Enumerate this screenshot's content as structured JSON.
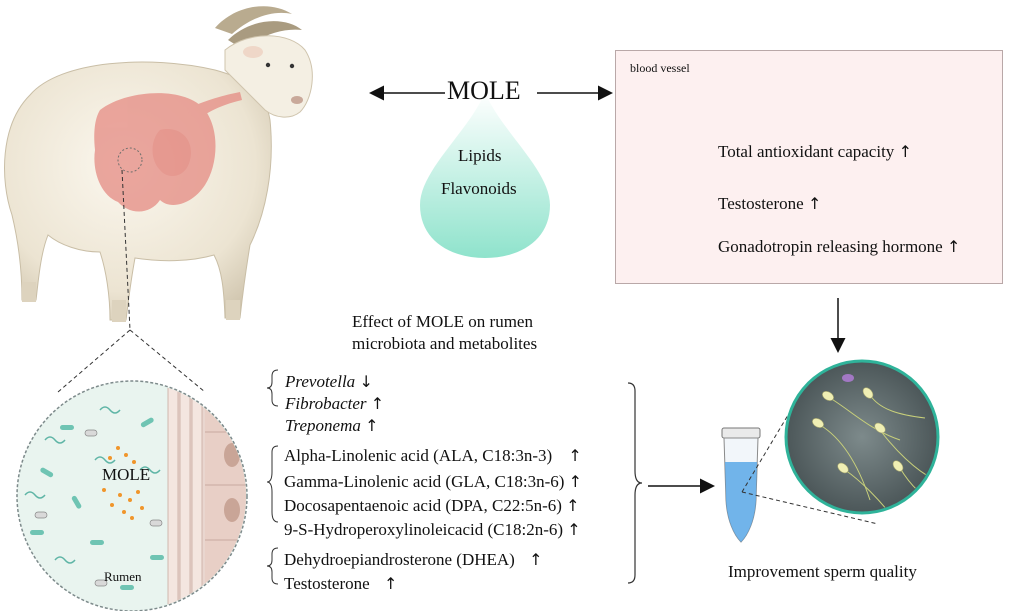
{
  "mole": {
    "title": "MOLE",
    "components": [
      "Lipids",
      "Flavonoids"
    ],
    "drop_colors": {
      "top": "#ffffff",
      "bottom": "#8fe3cc"
    }
  },
  "blood_panel": {
    "label": "blood vessel",
    "items": [
      {
        "text": "Total antioxidant capacity",
        "trend": "up"
      },
      {
        "text": "Testosterone",
        "trend": "up"
      },
      {
        "text": "Gonadotropin releasing hormone",
        "trend": "up"
      }
    ],
    "vessel_color": "#f2a49b"
  },
  "rumen_effect": {
    "heading_line1": "Effect of MOLE on rumen",
    "heading_line2": "microbiota and metabolites",
    "microbiota": [
      {
        "text": "Prevotella",
        "trend": "down"
      },
      {
        "text": "Fibrobacter",
        "trend": "up"
      },
      {
        "text": "Treponema",
        "trend": "up"
      }
    ],
    "fatty_acids": [
      {
        "text": "Alpha-Linolenic acid (ALA, C18:3n-3)",
        "trend": "up"
      },
      {
        "text": "Gamma-Linolenic acid (GLA, C18:3n-6)",
        "trend": "up"
      },
      {
        "text": "Docosapentaenoic acid (DPA, C22:5n-6)",
        "trend": "up"
      },
      {
        "text": "9-S-Hydroperoxylinoleicacid (C18:2n-6)",
        "trend": "up"
      }
    ],
    "hormones": [
      {
        "text": "Dehydroepiandrosterone (DHEA)",
        "trend": "up"
      },
      {
        "text": "Testosterone",
        "trend": "up"
      }
    ]
  },
  "rumen_zoom": {
    "mole_label": "MOLE",
    "rumen_label": "Rumen",
    "bg_color": "#e9f4ef"
  },
  "outcome": {
    "label": "Improvement sperm quality",
    "circle_color": "#5e6a6c",
    "ring_color": "#2fb39a"
  },
  "icons": {
    "up": "↑",
    "down": "↓"
  },
  "goat": {
    "stomach_color": "#e58b83"
  }
}
